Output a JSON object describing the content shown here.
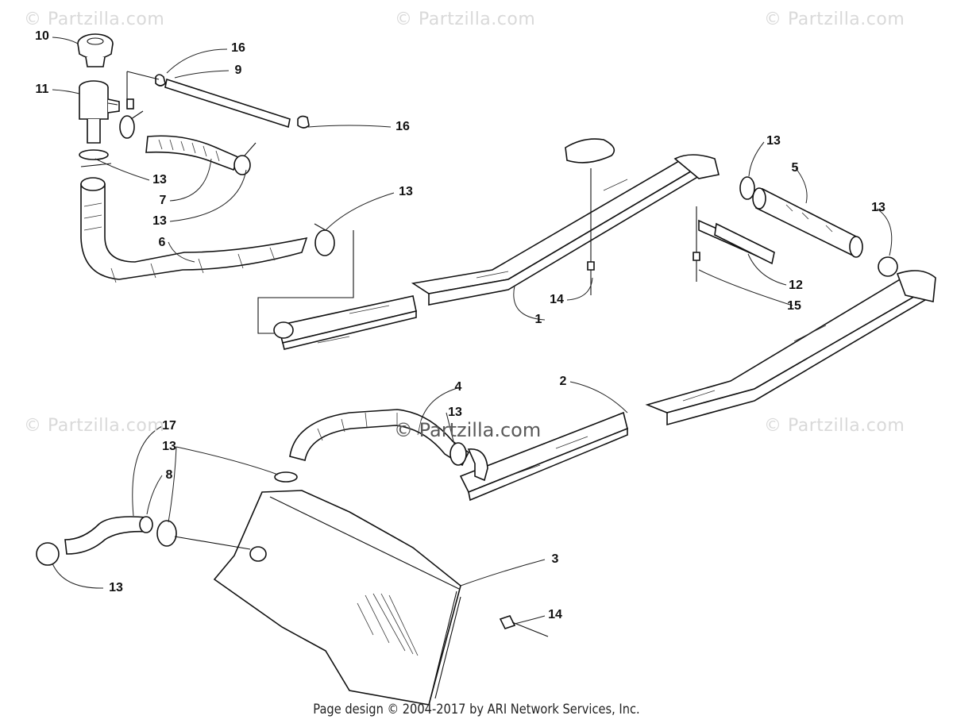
{
  "watermarks": {
    "top_left": "© Partzilla.com",
    "top_center": "© Partzilla.com",
    "top_right": "© Partzilla.com",
    "mid_left": "© Partzilla.com",
    "mid_right": "© Partzilla.com",
    "center": "© Partzilla.com"
  },
  "callouts": [
    {
      "id": "c10",
      "label": "10"
    },
    {
      "id": "c11",
      "label": "11"
    },
    {
      "id": "c16a",
      "label": "16"
    },
    {
      "id": "c9",
      "label": "9"
    },
    {
      "id": "c16b",
      "label": "16"
    },
    {
      "id": "c13a",
      "label": "13"
    },
    {
      "id": "c7",
      "label": "7"
    },
    {
      "id": "c13b",
      "label": "13"
    },
    {
      "id": "c13c",
      "label": "13"
    },
    {
      "id": "c6",
      "label": "6"
    },
    {
      "id": "c13d",
      "label": "13"
    },
    {
      "id": "c5",
      "label": "5"
    },
    {
      "id": "c13e",
      "label": "13"
    },
    {
      "id": "c12",
      "label": "12"
    },
    {
      "id": "c14a",
      "label": "14"
    },
    {
      "id": "c15",
      "label": "15"
    },
    {
      "id": "c1",
      "label": "1"
    },
    {
      "id": "c4",
      "label": "4"
    },
    {
      "id": "c2",
      "label": "2"
    },
    {
      "id": "c13f",
      "label": "13"
    },
    {
      "id": "c17",
      "label": "17"
    },
    {
      "id": "c13g",
      "label": "13"
    },
    {
      "id": "c8",
      "label": "8"
    },
    {
      "id": "c3",
      "label": "3"
    },
    {
      "id": "c14b",
      "label": "14"
    },
    {
      "id": "c13h",
      "label": "13"
    }
  ],
  "footer": "Page design © 2004-2017 by ARI Network Services, Inc."
}
